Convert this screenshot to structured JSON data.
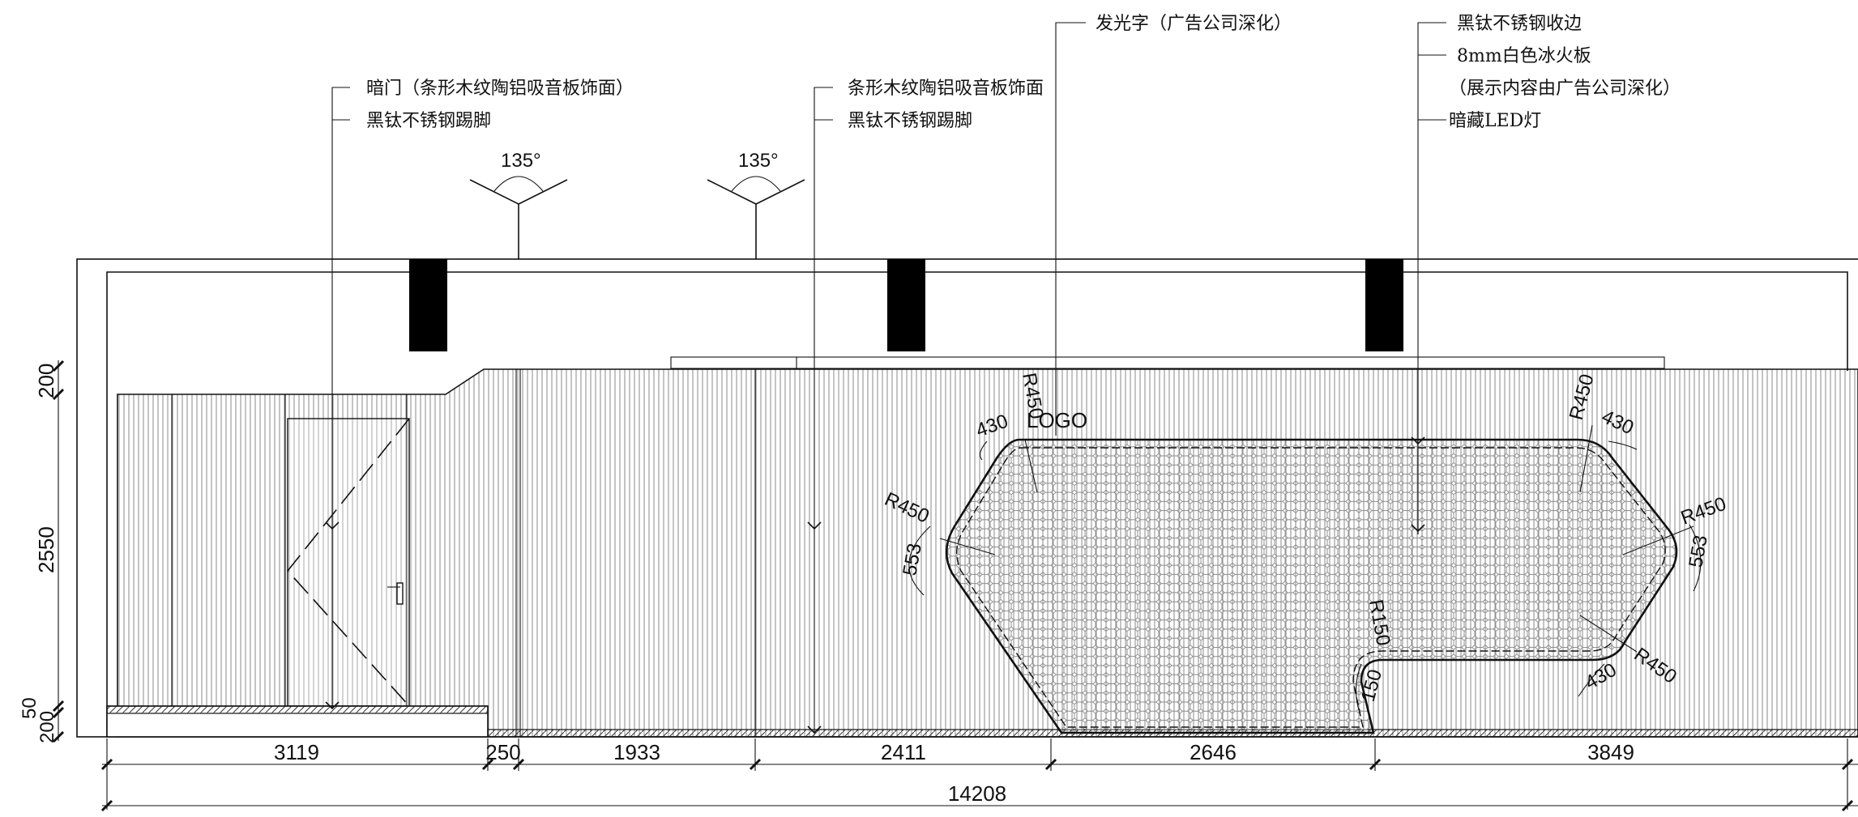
{
  "callouts": {
    "left": {
      "line1": "暗门（条形木纹陶铝吸音板饰面）",
      "line2": "黑钛不锈钢踢脚"
    },
    "middle": {
      "line1": "条形木纹陶铝吸音板饰面",
      "line2": "黑钛不锈钢踢脚"
    },
    "top": {
      "line1": "发光字（广告公司深化）"
    },
    "right": {
      "line1": "黑钛不锈钢收边",
      "line2": "8mm白色冰火板",
      "line3": "（展示内容由广告公司深化）",
      "line4": "暗藏LED灯"
    }
  },
  "lights": {
    "angle1": "135°",
    "angle2": "135°"
  },
  "logo_text": "LOGO",
  "dimensions": {
    "bottom_segments": [
      "3119",
      "250",
      "1933",
      "2411",
      "2646",
      "3849"
    ],
    "total": "14208",
    "left_vertical": [
      "200",
      "2550",
      "50",
      "200"
    ]
  },
  "panel_dims": {
    "r_top_left": "R450",
    "d_top_left": "430",
    "r_left": "R450",
    "d_left": "553",
    "r_top_right": "R450",
    "d_top_right": "430",
    "r_right": "R450",
    "d_right": "553",
    "r_notch": "R150",
    "d_notch": "150",
    "r_bottom_right": "R450",
    "d_bottom_right": "430"
  },
  "colors": {
    "line": "#111111",
    "fill_black": "#000000",
    "background": "#ffffff"
  }
}
